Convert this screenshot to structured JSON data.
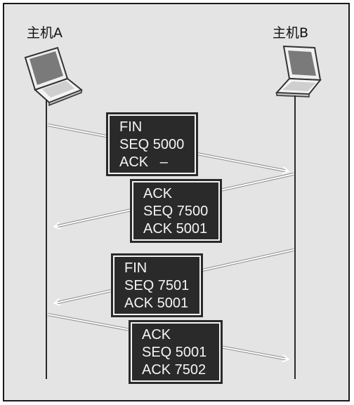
{
  "hosts": {
    "a": {
      "label": "主机A",
      "icon": "laptop-icon"
    },
    "b": {
      "label": "主机B",
      "icon": "laptop-icon"
    }
  },
  "packets": [
    {
      "direction": "A->B",
      "lines": [
        "FIN",
        "SEQ 5000",
        "ACK   –"
      ]
    },
    {
      "direction": "B->A",
      "lines": [
        "ACK",
        "SEQ 7500",
        "ACK 5001"
      ]
    },
    {
      "direction": "B->A",
      "lines": [
        "FIN",
        "SEQ 7501",
        "ACK 5001"
      ]
    },
    {
      "direction": "A->B",
      "lines": [
        "ACK",
        "SEQ 5001",
        "ACK 7502"
      ]
    }
  ],
  "colors": {
    "background": "#e4e4e4",
    "packet_fill": "#2a2a2a",
    "packet_text": "#f5f5f5",
    "arrow": "#ffffff"
  }
}
